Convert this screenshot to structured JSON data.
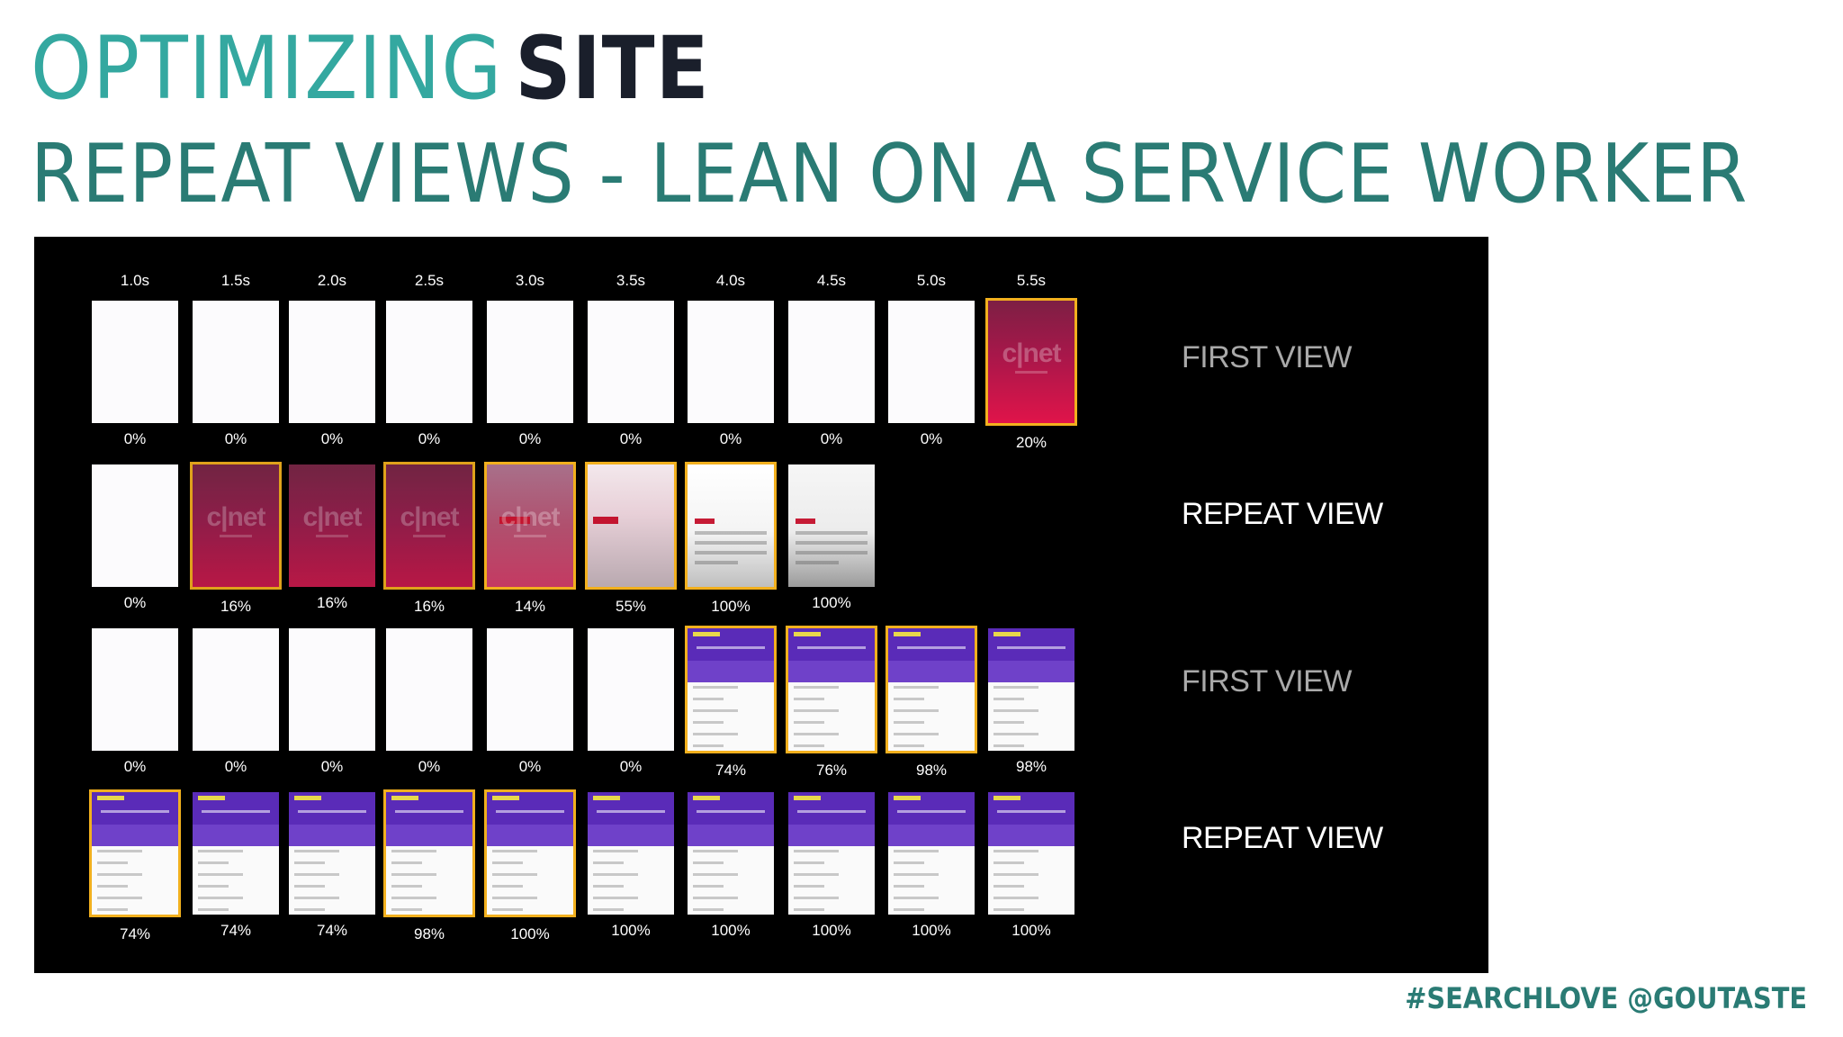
{
  "title": {
    "part1": "OPTIMIZING",
    "part2": "SITE"
  },
  "subtitle": "REPEAT VIEWS - LEAN ON A SERVICE WORKER",
  "timeline": [
    "1.0s",
    "1.5s",
    "2.0s",
    "2.5s",
    "3.0s",
    "3.5s",
    "4.0s",
    "4.5s",
    "5.0s",
    "5.5s"
  ],
  "rows": [
    {
      "label": "FIRST VIEW",
      "percents": [
        "0%",
        "0%",
        "0%",
        "0%",
        "0%",
        "0%",
        "0%",
        "0%",
        "0%",
        "20%"
      ]
    },
    {
      "label": "REPEAT VIEW",
      "percents": [
        "0%",
        "16%",
        "16%",
        "16%",
        "14%",
        "55%",
        "100%",
        "100%",
        "",
        ""
      ]
    },
    {
      "label": "FIRST VIEW",
      "percents": [
        "0%",
        "0%",
        "0%",
        "0%",
        "0%",
        "0%",
        "74%",
        "76%",
        "98%",
        "98%"
      ]
    },
    {
      "label": "REPEAT VIEW",
      "percents": [
        "74%",
        "74%",
        "74%",
        "98%",
        "100%",
        "100%",
        "100%",
        "100%",
        "100%",
        "100%"
      ]
    }
  ],
  "thumbnail_logo": "c|net",
  "colors": {
    "title_accent": "#34a8a0",
    "title_dark": "#1a1f2b",
    "subtitle": "#2a7b74",
    "highlight": "#f2b01e",
    "cnet": "#d0154a",
    "purple": "#5a2bb8"
  },
  "footer": "#SEARCHLOVE @GOUTASTE"
}
